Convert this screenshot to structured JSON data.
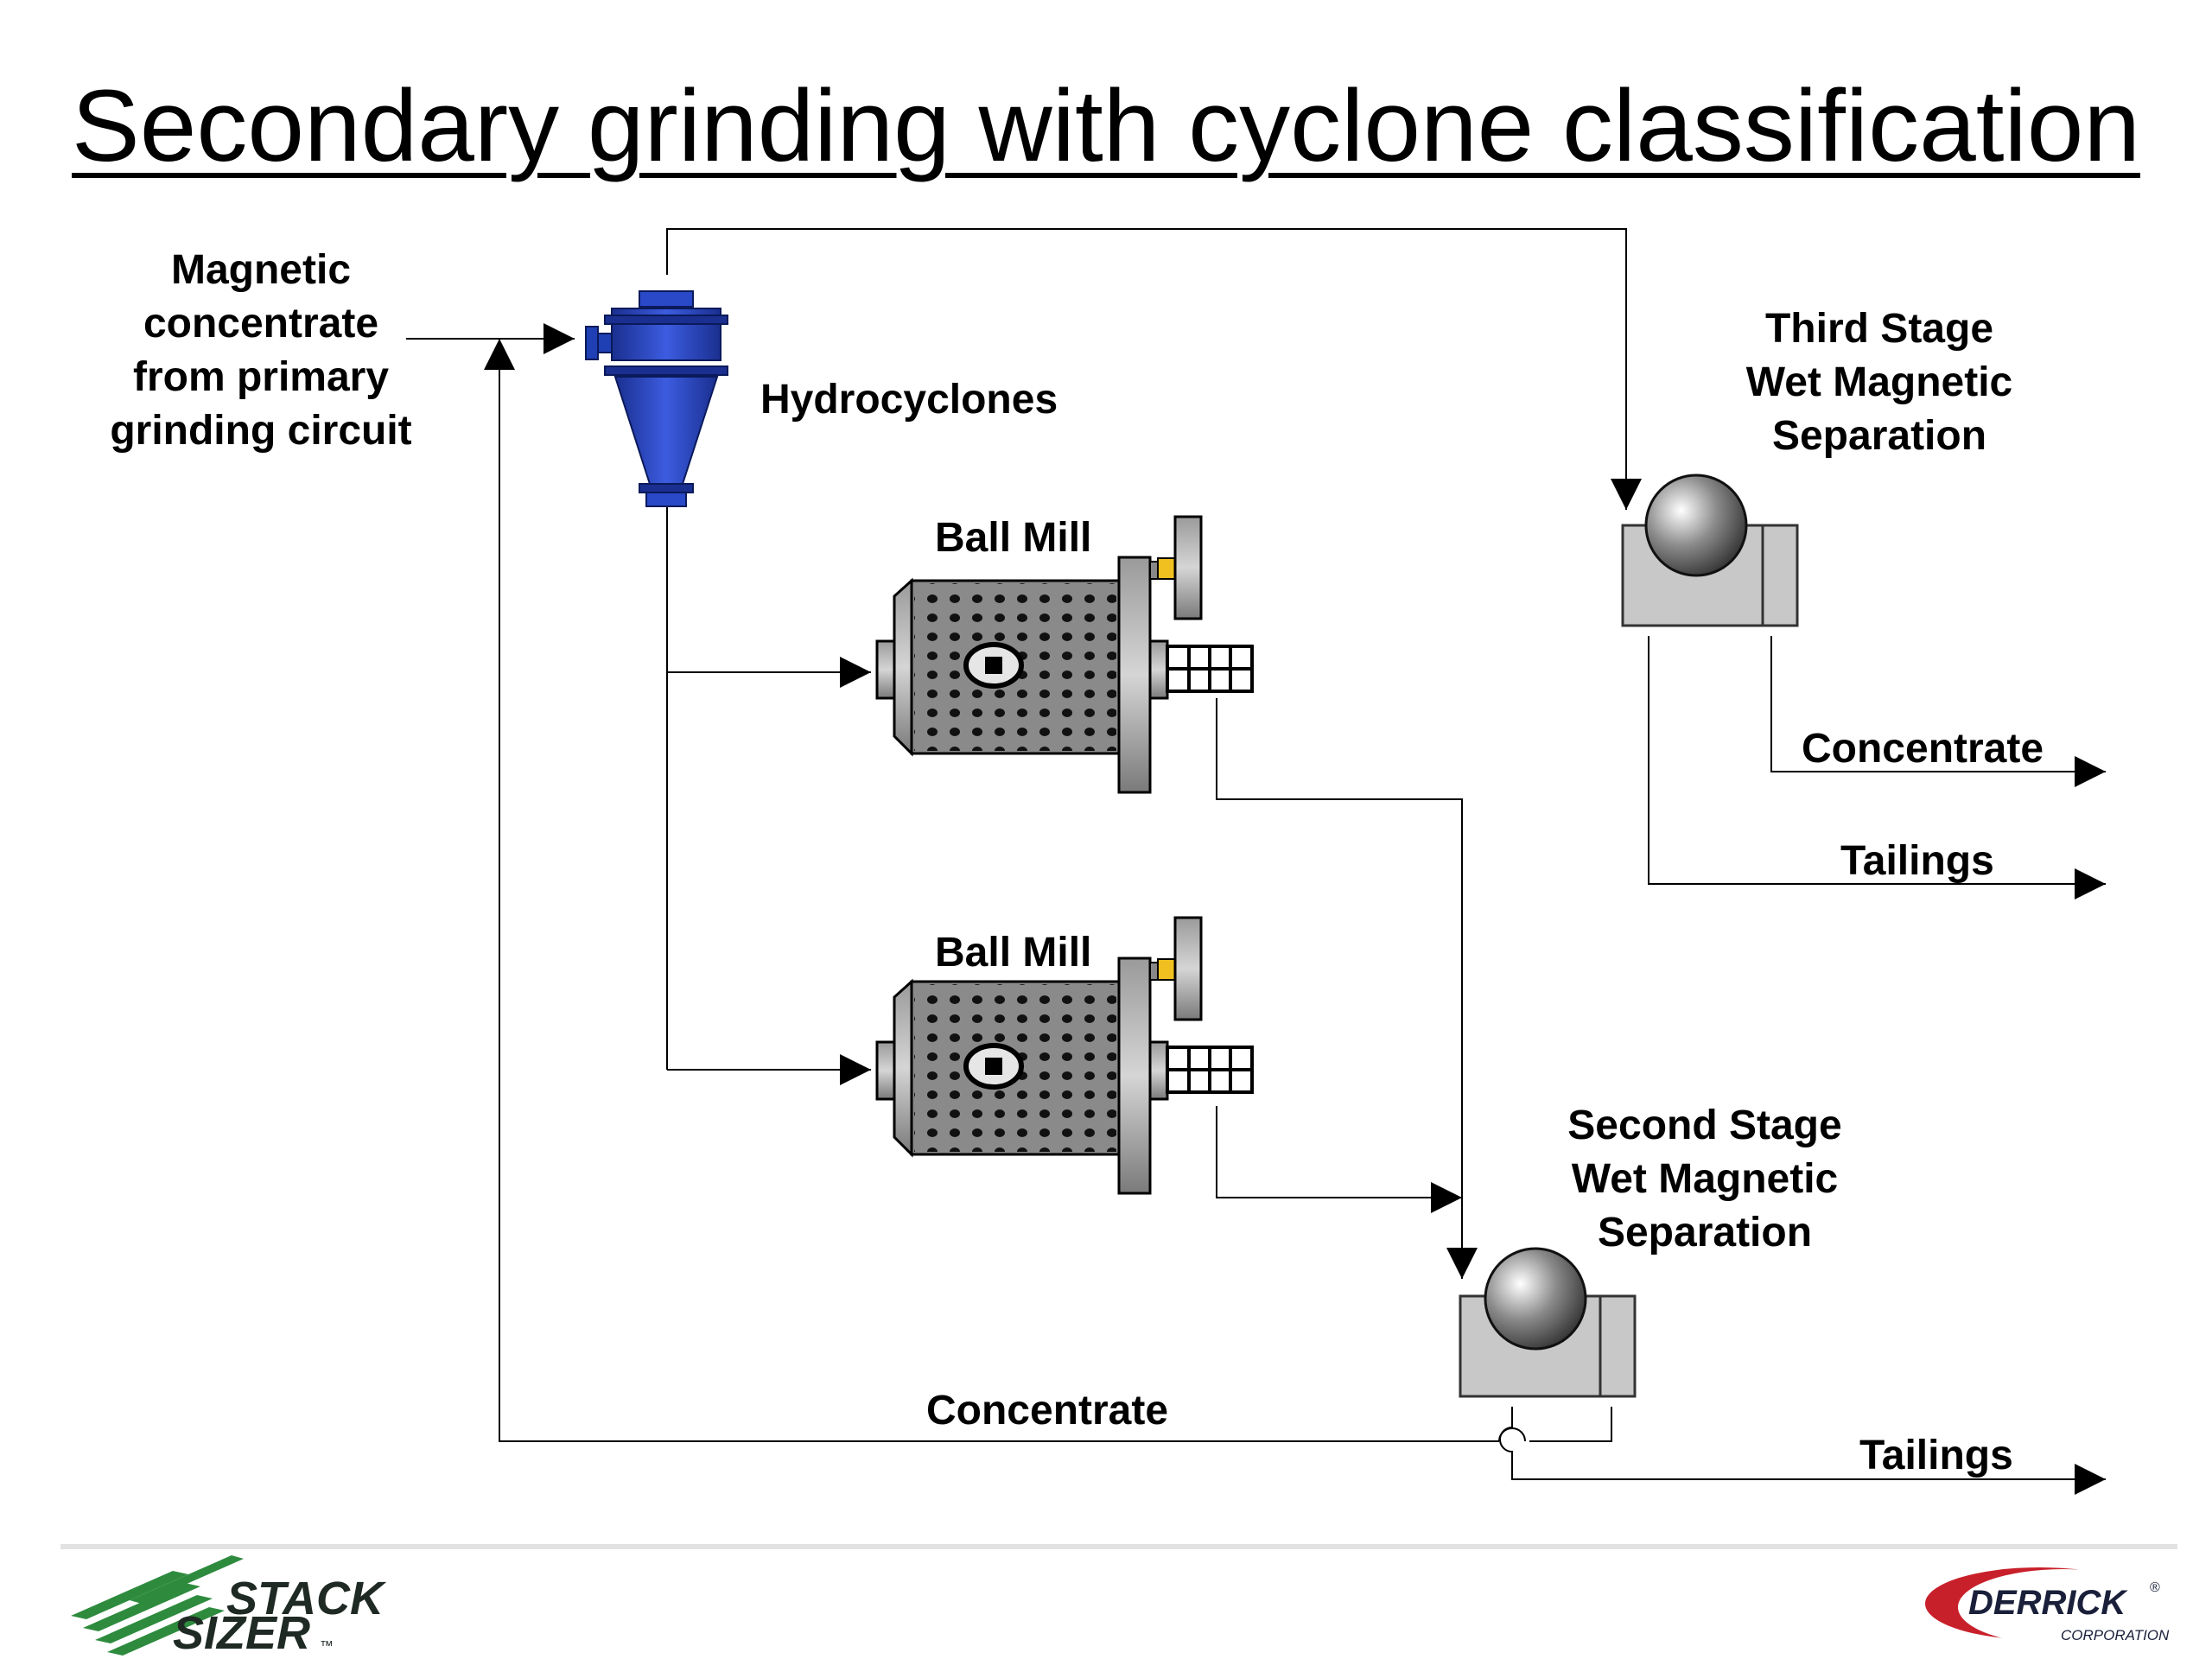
{
  "title": "Secondary grinding with cyclone classification",
  "labels": {
    "feed": [
      "Magnetic",
      "concentrate",
      "from primary",
      "grinding circuit"
    ],
    "hydrocyclones": "Hydrocyclones",
    "ball_mill_1": "Ball Mill",
    "ball_mill_2": "Ball Mill",
    "third_stage": [
      "Third Stage",
      "Wet Magnetic",
      "Separation"
    ],
    "second_stage": [
      "Second Stage",
      "Wet Magnetic",
      "Separation"
    ],
    "concentrate_upper": "Concentrate",
    "tailings_upper": "Tailings",
    "concentrate_lower": "Concentrate",
    "tailings_lower": "Tailings"
  },
  "logos": {
    "left_line1": "STACK",
    "left_line2": "SIZER",
    "left_tm": "™",
    "right_name": "DERRICK",
    "right_reg": "®",
    "right_sub": "CORPORATION"
  },
  "colors": {
    "cyclone": "#1f3fb4",
    "equipment_gray": "#c8c8c8",
    "stack_sizer_green": "#2e8b3e",
    "derrick_red": "#c8202a"
  }
}
